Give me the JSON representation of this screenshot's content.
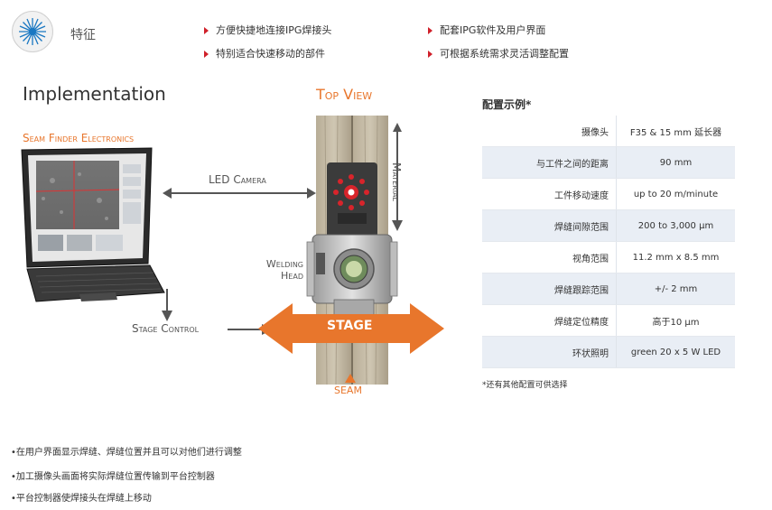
{
  "header": {
    "title": "特征",
    "bullets": [
      "方便快捷地连接IPG焊接头",
      "配套IPG软件及用户界面",
      "特别适合快速移动的部件",
      "可根据系统需求灵活调整配置"
    ]
  },
  "diagram": {
    "title": "Implementation",
    "top_view": "Top View",
    "seam_finder": "Seam Finder Electronics",
    "led_camera": "LED Camera",
    "material": "Material",
    "welding": "Welding",
    "head": "Head",
    "stage_control": "Stage Control",
    "stage": "STAGE",
    "seam": "SEAM"
  },
  "config": {
    "title": "配置示例*",
    "rows": [
      {
        "key": "摄像头",
        "value": "F35 & 15 mm 延长器"
      },
      {
        "key": "与工件之间的距离",
        "value": "90 mm"
      },
      {
        "key": "工件移动速度",
        "value": "up to 20 m/minute"
      },
      {
        "key": "焊缝间隙范围",
        "value": "200 to 3,000 μm"
      },
      {
        "key": "视角范围",
        "value": "11.2 mm x 8.5 mm"
      },
      {
        "key": "焊缝跟踪范围",
        "value": "+/- 2 mm"
      },
      {
        "key": "焊缝定位精度",
        "value": "高于10 μm"
      },
      {
        "key": "环状照明",
        "value": "green 20 x 5 W LED"
      }
    ],
    "note": "*还有其他配置可供选择"
  },
  "description": [
    "•在用户界面显示焊缝、焊缝位置并且可以对他们进行调整",
    "•加工摄像头画面将实际焊缝位置传输到平台控制器",
    "•平台控制器使焊接头在焊缝上移动"
  ],
  "colors": {
    "accent_orange": "#e8762c",
    "bullet_red": "#d0202a",
    "table_stripe": "#e9eef5",
    "icon_blue": "#1a78c2"
  }
}
